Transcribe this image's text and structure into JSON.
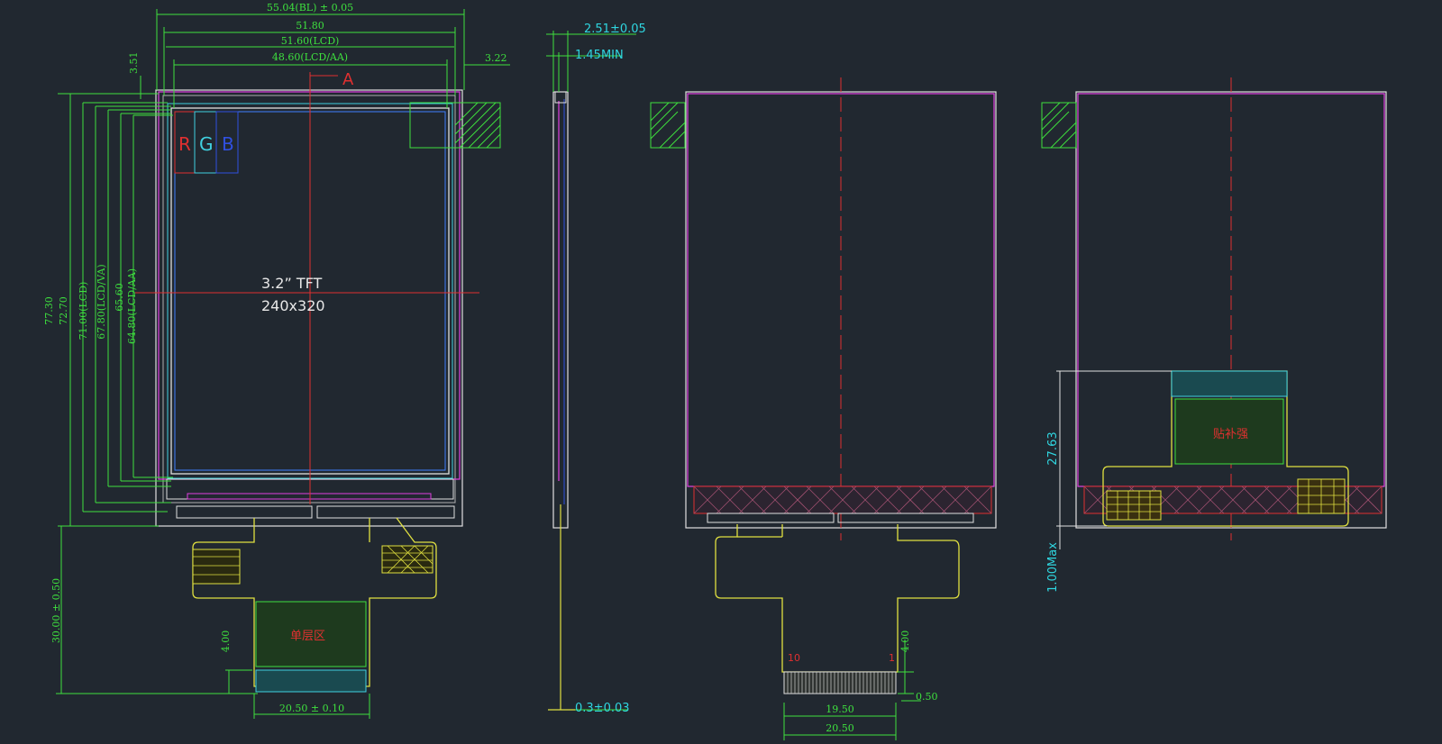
{
  "drawing": {
    "front_view": {
      "dims_top": [
        "55.04(BL) ± 0.05",
        "51.80",
        "51.60(LCD)",
        "48.60(LCD/AA)"
      ],
      "dim_left_small": "3.51",
      "dim_right_small": "3.22",
      "section_marker": "A",
      "dims_left": [
        "77.30",
        "72.70",
        "71.00(LCD)",
        "67.80(LCD/VA)",
        "65.60",
        "64.80(LCD/AA)"
      ],
      "rgb": [
        "R",
        "G",
        "B"
      ],
      "panel_size": "3.2”  TFT",
      "panel_resolution": "240x320",
      "fpc_length": "30.00 ± 0.50",
      "fpc_height": "4.00",
      "fpc_width": "20.50 ± 0.10",
      "stiffener_label": "单层区"
    },
    "side_view": {
      "thickness": "2.51±0.05",
      "min_thickness": "1.45MIN",
      "fpc_thickness": "0.3±0.03"
    },
    "back_view": {
      "pin_first": "10",
      "pin_last": "1",
      "finger_height": "4.00",
      "finger_pitch": "0.50",
      "finger_span": "19.50",
      "finger_width": "20.50"
    },
    "folded_view": {
      "fold_height": "27.63",
      "max_height": "1.00Max",
      "stiffener_label": "贴补强"
    }
  },
  "colors": {
    "background": "#212830",
    "dimension": "#3ee03e",
    "callout": "#2fd6e0",
    "outline": "#e0e0e0",
    "lcd": "#e040e0",
    "fpc": "#e0e040",
    "center_line": "#e03030"
  }
}
